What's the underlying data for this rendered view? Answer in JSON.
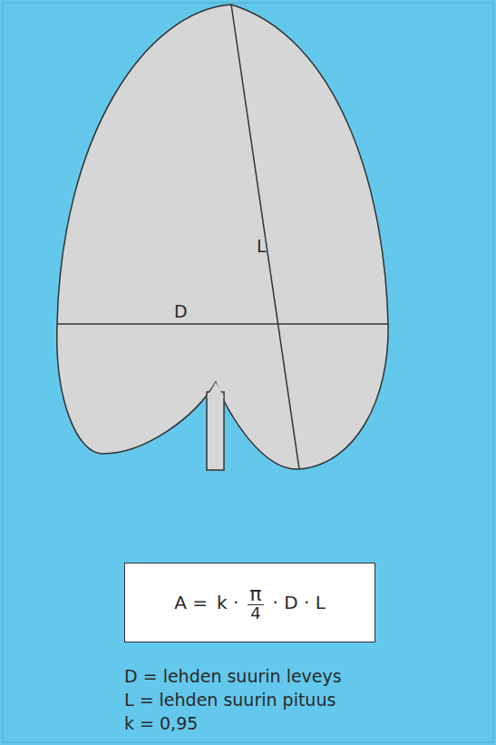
{
  "diagram": {
    "nodes": [
      {
        "text": [
          "A =",
          "k ·",
          "π",
          "4",
          "· D · L"
        ]
      }
    ],
    "labels": [
      "L",
      "D",
      "D = lehden suurin leveys",
      "L = lehden suurin pituus",
      "k = 0,95"
    ]
  }
}
